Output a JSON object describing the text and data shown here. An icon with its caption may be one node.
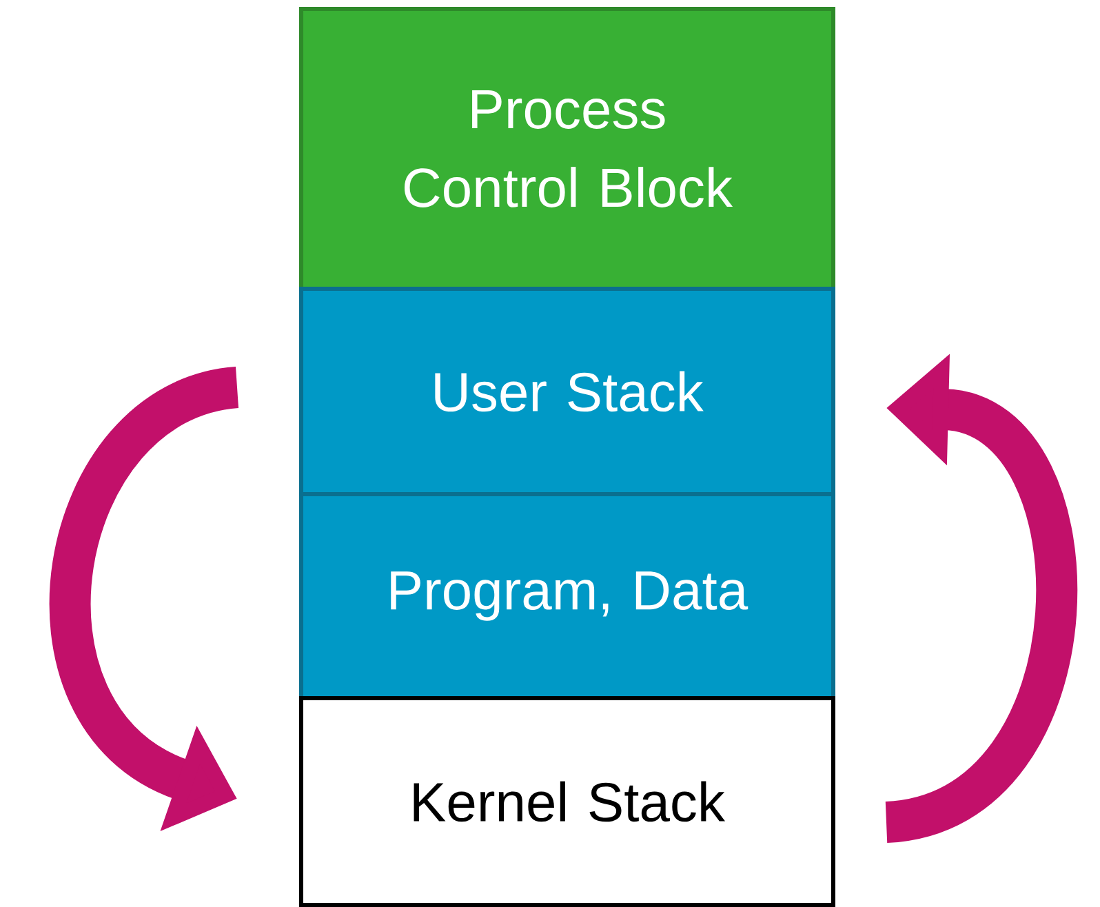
{
  "diagram": {
    "nodes": [
      {
        "text": [
          "Process Control Block"
        ]
      },
      {
        "text": [
          "User Stack"
        ]
      },
      {
        "text": [
          "Program, Data"
        ]
      },
      {
        "text": [
          "Kernel Stack"
        ]
      }
    ],
    "edges": [
      {
        "from": 1,
        "to": 3,
        "arrow": "to"
      },
      {
        "from": 3,
        "to": 1,
        "arrow": "to"
      }
    ]
  }
}
